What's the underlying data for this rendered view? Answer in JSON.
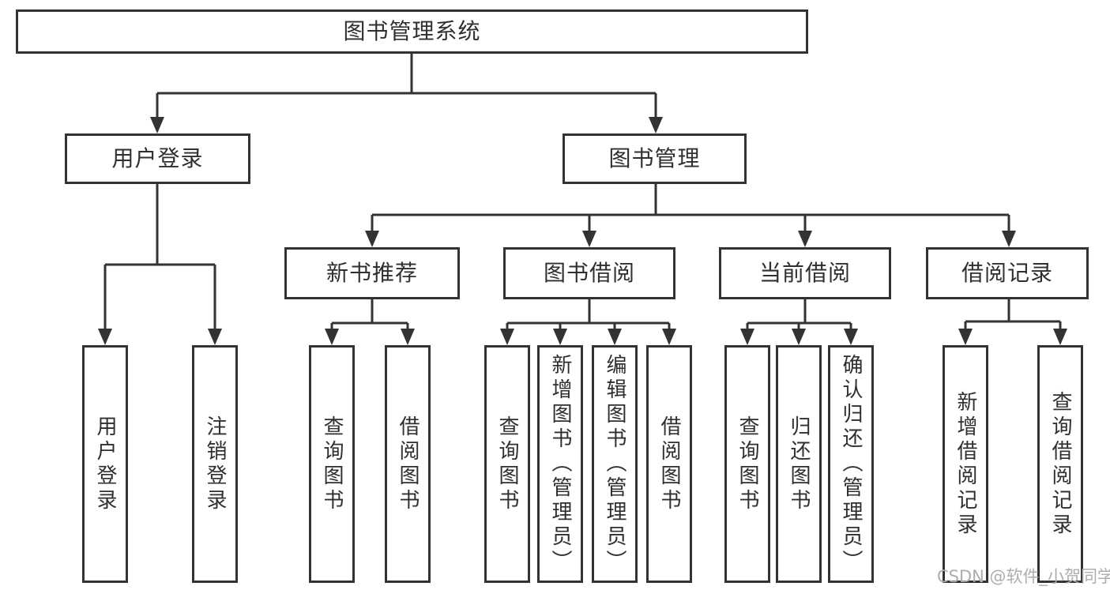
{
  "colors": {
    "border": "#333333",
    "text": "#2f2f2f",
    "line": "#333333",
    "watermark": "#adadad",
    "background": "#ffffff"
  },
  "watermark": "CSDN @软件_小贺同学",
  "tree": {
    "root": {
      "label": "图书管理系统",
      "children": [
        {
          "label": "用户登录",
          "children": [
            {
              "label": "用户登录"
            },
            {
              "label": "注销登录"
            }
          ]
        },
        {
          "label": "图书管理",
          "children": [
            {
              "label": "新书推荐",
              "children": [
                {
                  "label": "查询图书"
                },
                {
                  "label": "借阅图书"
                }
              ]
            },
            {
              "label": "图书借阅",
              "children": [
                {
                  "label": "查询图书"
                },
                {
                  "label": "新增图书（管理员）"
                },
                {
                  "label": "编辑图书（管理员）"
                },
                {
                  "label": "借阅图书"
                }
              ]
            },
            {
              "label": "当前借阅",
              "children": [
                {
                  "label": "查询图书"
                },
                {
                  "label": "归还图书"
                },
                {
                  "label": "确认归还（管理员）"
                }
              ]
            },
            {
              "label": "借阅记录",
              "children": [
                {
                  "label": "新增借阅记录"
                },
                {
                  "label": "查询借阅记录"
                }
              ]
            }
          ]
        }
      ]
    }
  }
}
